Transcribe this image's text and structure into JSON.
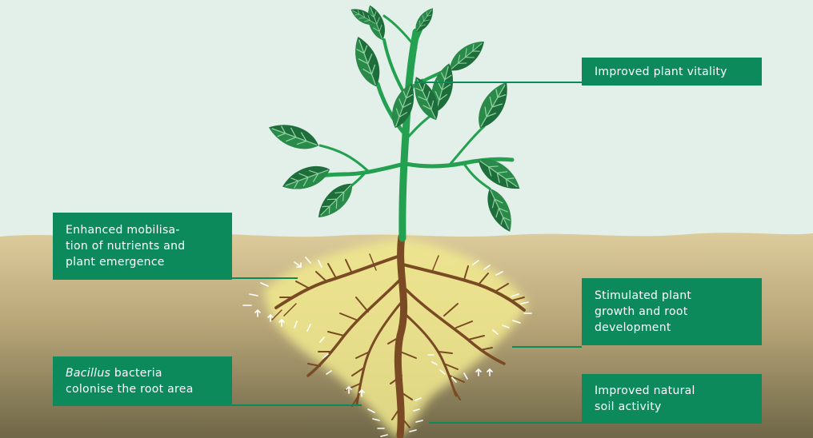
{
  "labels": {
    "vitality": [
      "Improved plant vitality"
    ],
    "mobilisation": [
      "Enhanced mobilisa-",
      "tion of nutrients and",
      "plant emergence"
    ],
    "stimulated": [
      "Stimulated plant",
      "growth and root",
      "development"
    ],
    "bacillus": {
      "italic": "Bacillus",
      "line1_rest": " bacteria",
      "line2": "colonise the root area"
    },
    "soil": [
      "Improved natural",
      "soil activity"
    ]
  },
  "colors": {
    "sky": "#e3efe9",
    "soil_top": "#d9c797",
    "soil_bottom": "#7a7152",
    "label_bg": "#0d8a5c",
    "stem": "#21a04f",
    "leaf_dark": "#1d6b3a",
    "leaf_light": "#2b8a4a",
    "root": "#7a4a24",
    "root_glow": "#f3ec95"
  }
}
